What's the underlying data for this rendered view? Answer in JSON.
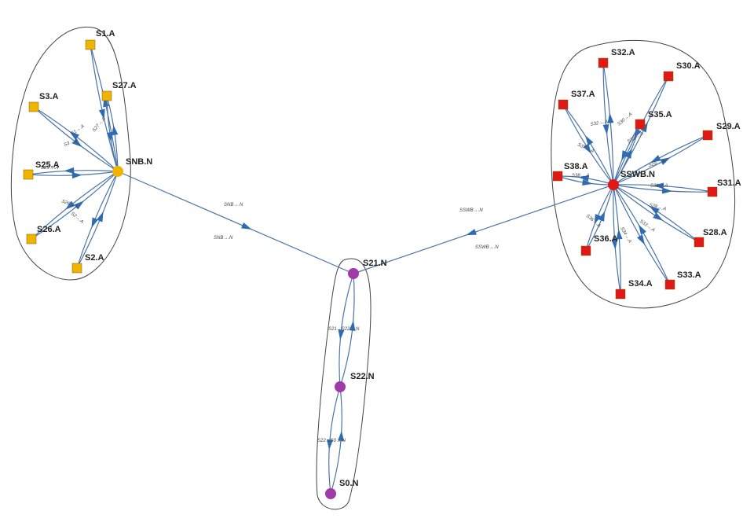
{
  "colors": {
    "edge": "#4a74a8",
    "arrow": "#2f6bb0",
    "square_yellow": "#f0b400",
    "square_red": "#e01818",
    "hub_yellow": "#f0b400",
    "hub_red": "#e01818",
    "purple": "#a03aa8",
    "cluster_border": "#444444"
  },
  "nodes": {
    "s1": "S1.A",
    "s27": "S27.A",
    "s3": "S3.A",
    "snb": "SNB.N",
    "s25": "S25.A",
    "s26": "S26.A",
    "s2": "S2.A",
    "s21": "S21.N",
    "s22": "S22.N",
    "s0": "S0.N",
    "s32": "S32.A",
    "s30": "S30.A",
    "s37": "S37.A",
    "s35": "S35.A",
    "s29": "S29.A",
    "s38": "S38.A",
    "hub2": "SSWB.N",
    "s31": "S31.A",
    "s28": "S28.A",
    "s36": "S36.A",
    "s33": "S33.A",
    "s34": "S34.A"
  },
  "edge_labels": {
    "snb_s21_a": "SNB→.N",
    "snb_s21_b": "SNB→.N",
    "hub2_s21_a": "SSWB→.N",
    "hub2_s21_b": "SSWB→.N",
    "s21_s22": "S21→S22→.N",
    "s22_s0": "S22→S0→.N",
    "left_1": "S1→.A",
    "left_2": "S27→.A",
    "left_3": "S3→.A",
    "left_4": "S26→.A",
    "left_5": "S25→.A",
    "left_6": "S2→.A",
    "right_1": "S32→.A",
    "right_2": "S30→.A",
    "right_3": "S37→.A",
    "right_4": "S35→.A",
    "right_5": "S29→.A",
    "right_6": "S38→.A",
    "right_7": "S31→.A",
    "right_8": "S28→.A",
    "right_9": "S36→.A",
    "right_10": "S33→.A",
    "right_11": "S34→.A"
  }
}
